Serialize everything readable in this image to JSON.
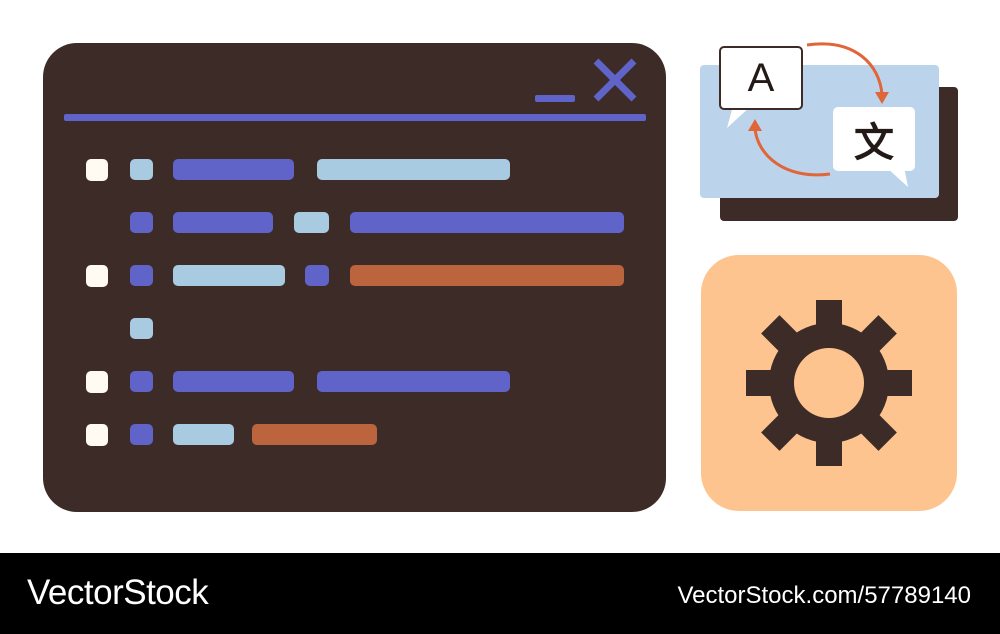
{
  "colors": {
    "window_bg": "#3d2b28",
    "accent_blue": "#6063c8",
    "light_blue": "#a9cbe1",
    "rust": "#bb643e",
    "checkbox": "#fffaf2",
    "card_blue": "#bcd4eb",
    "settings_tile": "#fdc48f",
    "arrow": "#e0663a"
  },
  "window_controls": {
    "minimize_icon": "minus-icon",
    "close_icon": "x-icon"
  },
  "translate": {
    "source_char": "A",
    "target_char": "文",
    "icon": "swap-arrows-icon"
  },
  "settings": {
    "icon": "gear-icon"
  },
  "watermark": {
    "brand": "VectorStock",
    "url": "VectorStock.com/57789140"
  }
}
